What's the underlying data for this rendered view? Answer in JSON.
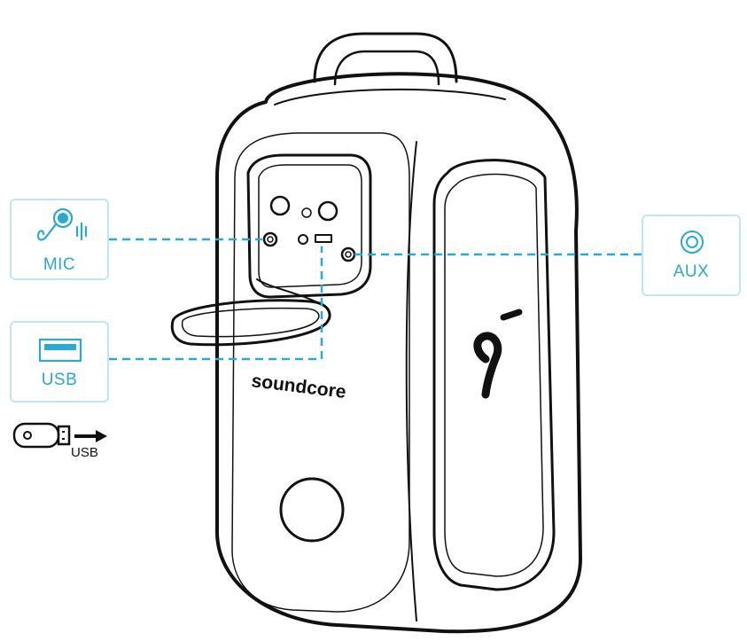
{
  "labels": {
    "mic": "MIC",
    "usb": "USB",
    "aux": "AUX",
    "usb_drive": "USB"
  },
  "brand": {
    "wordmark": "soundcore"
  },
  "colors": {
    "accent": "#29a9d3",
    "box_border": "#bfe6f1",
    "line": "#111111"
  },
  "icons": {
    "mic": "microphone-icon",
    "usb": "usb-port-icon",
    "aux": "aux-jack-icon",
    "drive": "usb-flash-drive-icon"
  }
}
